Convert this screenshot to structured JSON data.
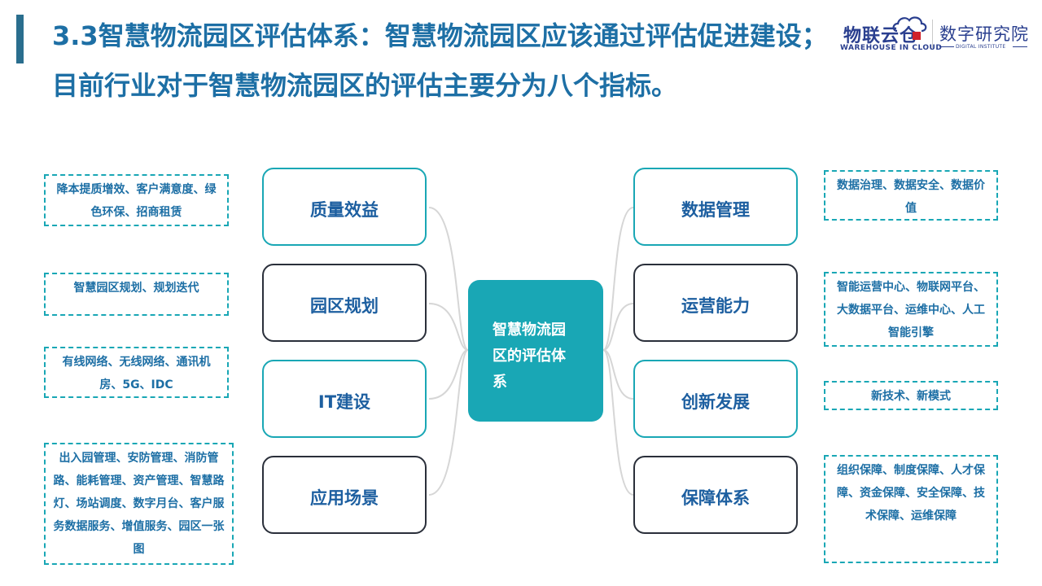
{
  "slide": {
    "title": "3.3智慧物流园区评估体系：智慧物流园区应该通过评估促进建设；目前行业对于智慧物流园区的评估主要分为八个指标。"
  },
  "logos": {
    "left_main": "物联云仓",
    "left_sub": "WAREHOUSE IN CLOUD",
    "right_main": "数字研究院",
    "right_sub": "DIGITAL INSTITUTE"
  },
  "center": {
    "label": "智慧物流园区的评估体系"
  },
  "left_categories": [
    {
      "label": "质量效益",
      "detail": "降本提质增效、客户满意度、绿色环保、招商租赁"
    },
    {
      "label": "园区规划",
      "detail": "智慧园区规划、规划迭代"
    },
    {
      "label": "IT建设",
      "detail": "有线网络、无线网络、通讯机房、5G、IDC"
    },
    {
      "label": "应用场景",
      "detail": "出入园管理、安防管理、消防管路、能耗管理、资产管理、智慧路灯、场站调度、数字月台、客户服务数据服务、增值服务、园区一张图"
    }
  ],
  "right_categories": [
    {
      "label": "数据管理",
      "detail": "数据治理、数据安全、数据价值"
    },
    {
      "label": "运营能力",
      "detail": "智能运营中心、物联网平台、大数据平台、运维中心、人工智能引擎"
    },
    {
      "label": "创新发展",
      "detail": "新技术、新模式"
    },
    {
      "label": "保障体系",
      "detail": "组织保障、制度保障、人才保障、资金保障、安全保障、技术保障、运维保障"
    }
  ],
  "colors": {
    "title": "#1d6fa5",
    "accent_bar": "#2a6e8e",
    "center_fill": "#19a7b5",
    "teal_border": "#19a7b5",
    "dark_border": "#2a2f3a",
    "label_text": "#1d5fa0",
    "connector": "#d6d6d6",
    "logo": "#2a3f8f",
    "logo_red": "#d0202a"
  }
}
